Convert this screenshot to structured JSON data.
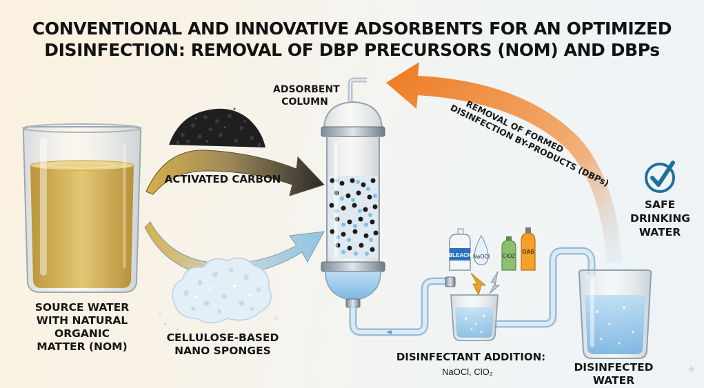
{
  "title": {
    "line1": "CONVENTIONAL AND INNOVATIVE ADSORBENTS FOR AN OPTIMIZED",
    "line2": "DISINFECTION: REMOVAL OF DBP PRECURSORS (NOM) AND DBPs"
  },
  "source_water": {
    "line1": "SOURCE WATER",
    "line2": "WITH NATURAL",
    "line3": "ORGANIC",
    "line4": "MATTER (NOM)"
  },
  "activated_carbon": {
    "label": "ACTIVATED CARBON"
  },
  "nano_sponges": {
    "line1": "CELLULOSE-BASED",
    "line2": "NANO SPONGES"
  },
  "column": {
    "line1": "ADSORBENT",
    "line2": "COLUMN"
  },
  "dbp_removal": {
    "line1": "REMOVAL OF FORMED",
    "line2": "DISINFECTION BY-PRODUCTS (DBPs)"
  },
  "safe_water": {
    "line1": "SAFE",
    "line2": "DRINKING",
    "line3": "WATER"
  },
  "disinfectants": {
    "bleach": "BLEACH",
    "naocl": "NaOCl",
    "clo2": "ClO2",
    "gas": "GAS",
    "heading": "DISINFECTANT ADDITION:",
    "chemicals": "NaOCl, ClO₂"
  },
  "disinfected_water": {
    "line1": "DISINFECTED",
    "line2": "WATER"
  },
  "colors": {
    "orange_arrow": "#ef7d22",
    "source_water": "#c9a545",
    "clean_water": "#8cc3ea",
    "check": "#1f6f9e"
  }
}
